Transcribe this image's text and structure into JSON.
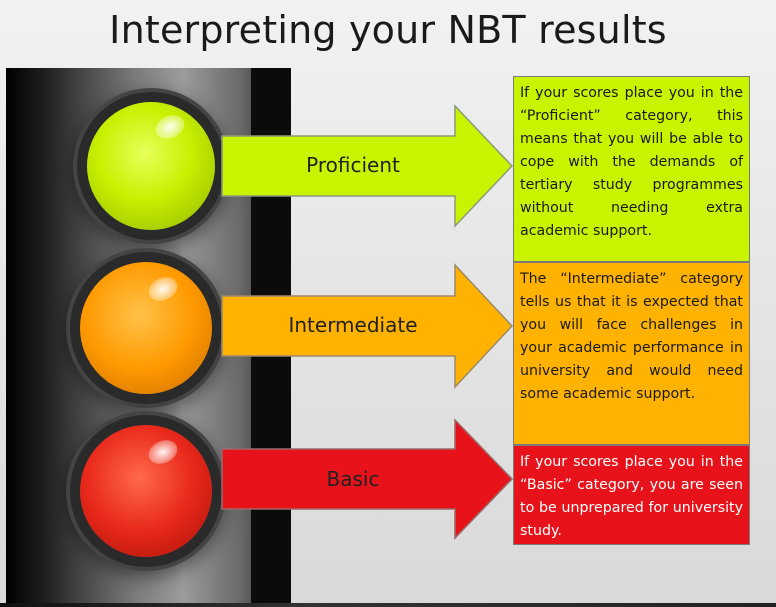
{
  "title": "Interpreting your NBT results",
  "categories": [
    {
      "label": "Proficient",
      "color": "#c9f400",
      "description": "If your scores place you in the “Proficient” category, this means that you will be able to cope with the demands of tertiary study programmes without needing extra academic support."
    },
    {
      "label": "Intermediate",
      "color": "#ffb300",
      "description": "The “Intermediate” category tells us that it is expected that you will face challenges in your academic performance in university and would need some academic support."
    },
    {
      "label": "Basic",
      "color": "#e8131a",
      "description": "If your scores place you in the “Basic” category, you are seen to be unprepared for university study."
    }
  ]
}
